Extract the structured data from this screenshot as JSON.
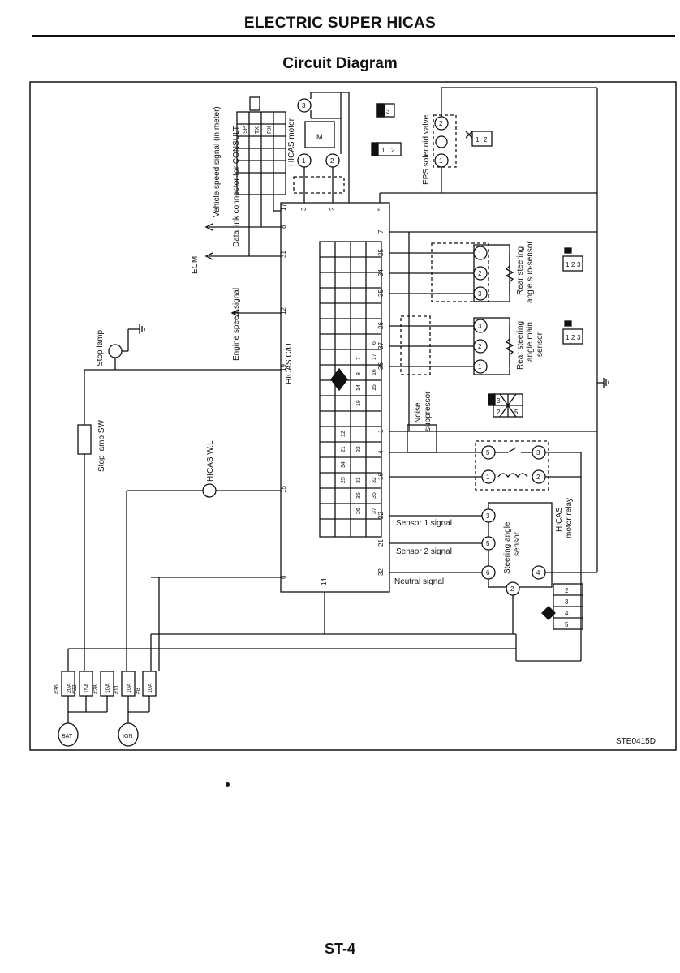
{
  "header": {
    "title": "ELECTRIC SUPER HICAS"
  },
  "diagram": {
    "title": "Circuit Diagram",
    "code": "STE0415D",
    "control_unit": {
      "label": "HICAS C/U",
      "left_terminals": [
        "17",
        "8",
        "31",
        "12",
        "19",
        "15",
        "6"
      ],
      "top_terminals": [
        "3",
        "2",
        "5"
      ],
      "right_terminals": [
        "7",
        "25",
        "34",
        "35",
        "26",
        "37",
        "36",
        "1",
        "4",
        "16",
        "22",
        "21",
        "32"
      ],
      "bottom_terminal": "14",
      "connector_rows": [
        [
          "",
          "",
          "",
          "",
          "",
          "",
          "",
          "",
          "",
          "",
          "",
          "",
          "",
          "",
          ""
        ],
        [
          "",
          "",
          "",
          "25",
          "34",
          "21",
          "12",
          "",
          "",
          "",
          "",
          "",
          "",
          "",
          ""
        ],
        [
          "",
          "26",
          "35",
          "31",
          "",
          "22",
          "",
          "",
          "19",
          "14",
          "8",
          "7",
          "",
          "",
          ""
        ],
        [
          "",
          "37",
          "36",
          "32",
          "",
          "",
          "",
          "",
          "",
          "15",
          "16",
          "17",
          "6",
          "",
          ""
        ]
      ]
    },
    "components": {
      "data_link": "Data link connector for CONSULT",
      "data_link_pins": [
        "SP",
        "TX",
        "RX"
      ],
      "vehicle_speed": "Vehicle speed signal (in meter)",
      "ecm": "ECM",
      "engine_speed": "Engine speed signal",
      "stop_lamp": "Stop lamp",
      "stop_lamp_sw": "Stop lamp SW",
      "hicas_wl": "HICAS W.L",
      "hicas_motor": "HICAS motor",
      "motor_symbol": "M",
      "eps_valve": "EPS solenoid valve",
      "rear_sub_1": "Rear steering",
      "rear_sub_2": "angle sub-sensor",
      "rear_main_1": "Rear steering",
      "rear_main_2": "angle main",
      "rear_main_3": "sensor",
      "noise_1": "Noise",
      "noise_2": "suppressor",
      "relay_1": "HICAS",
      "relay_2": "motor relay",
      "steering_1": "Steering angle",
      "steering_2": "sensor",
      "sensor1": "Sensor 1 signal",
      "sensor2": "Sensor 2 signal",
      "neutral": "Neutral signal",
      "bat": "BAT",
      "ign": "IGN"
    },
    "pins": {
      "p1": "1",
      "p2": "2",
      "p3": "3",
      "p4": "4",
      "p5": "5",
      "p6": "6"
    },
    "fuses": [
      {
        "num": "#36",
        "rating": "20A"
      },
      {
        "num": "#22",
        "rating": "15A"
      },
      {
        "num": "#28",
        "rating": "10A"
      },
      {
        "num": "#11",
        "rating": "10A"
      },
      {
        "num": "#8",
        "rating": "10A"
      }
    ]
  },
  "footer": {
    "page": "ST-4"
  }
}
